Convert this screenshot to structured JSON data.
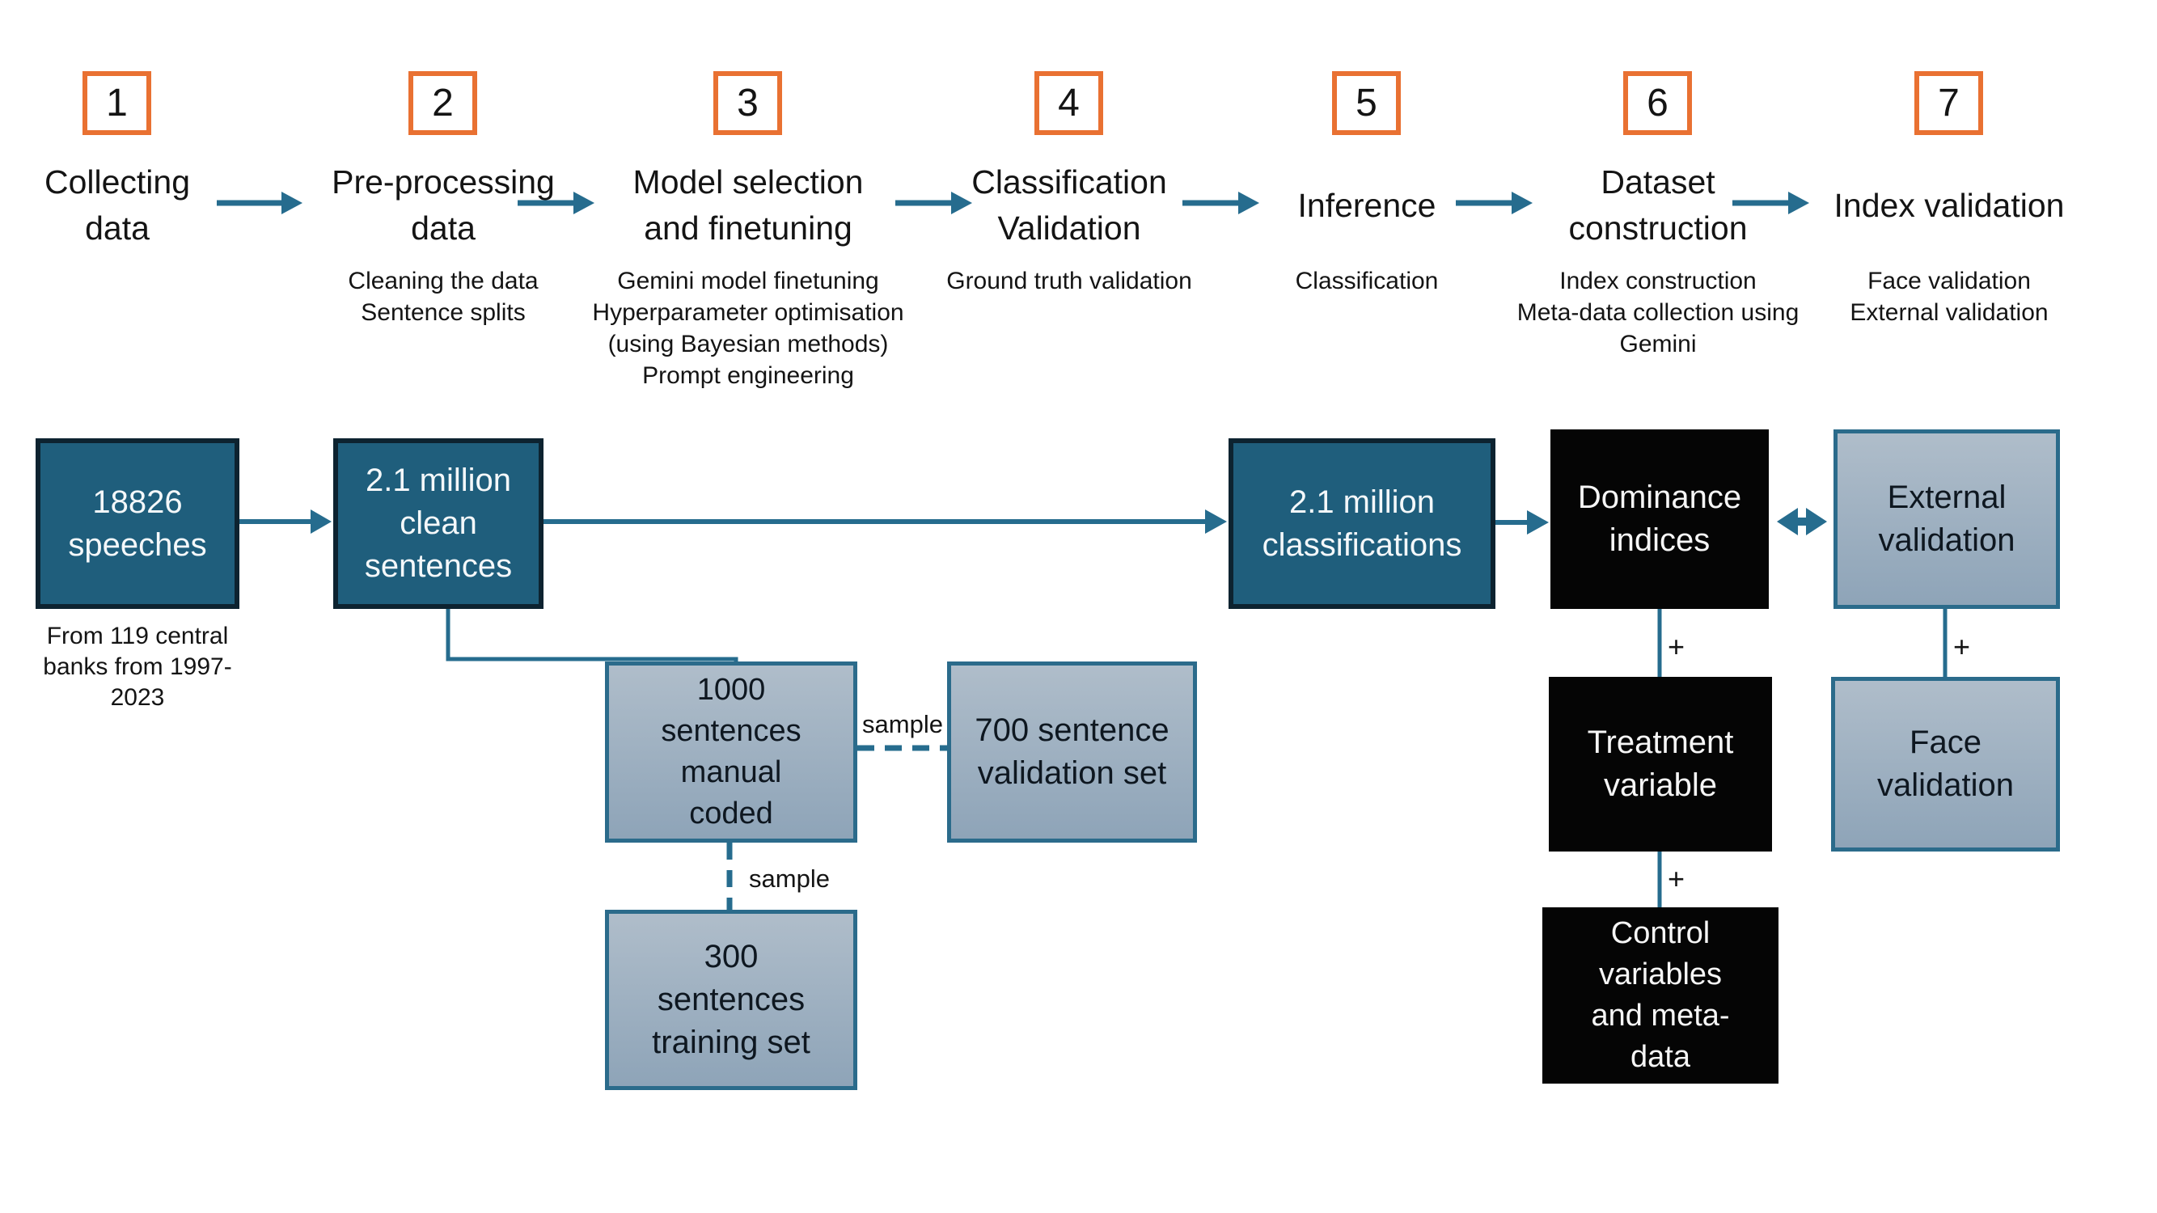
{
  "colors": {
    "orange": "#E97132",
    "teal-fill": "#1F5E7C",
    "teal-border": "#0D2330",
    "line": "#266C8E",
    "black-fill": "#050505",
    "gray-top": "#AFBDCA",
    "gray-bottom": "#8EA4B8",
    "gray-border": "#2B6B8B",
    "gray-text": "#0E1720"
  },
  "steps": [
    {
      "number": "1",
      "label_lines": [
        "Collecting",
        "data"
      ],
      "sub": []
    },
    {
      "number": "2",
      "label_lines": [
        "Pre-processing",
        "data"
      ],
      "sub": [
        "Cleaning the data",
        "Sentence splits"
      ]
    },
    {
      "number": "3",
      "label_lines": [
        "Model selection",
        "and finetuning"
      ],
      "sub": [
        "Gemini model finetuning",
        "Hyperparameter optimisation",
        "(using Bayesian methods)",
        "Prompt engineering"
      ]
    },
    {
      "number": "4",
      "label_lines": [
        "Classification",
        "Validation"
      ],
      "sub": [
        "Ground truth validation"
      ]
    },
    {
      "number": "5",
      "label_lines": [
        "Inference"
      ],
      "sub": [
        "Classification"
      ]
    },
    {
      "number": "6",
      "label_lines": [
        "Dataset",
        "construction"
      ],
      "sub": [
        "Index construction",
        "Meta-data collection using",
        "Gemini"
      ]
    },
    {
      "number": "7",
      "label_lines": [
        "Index validation"
      ],
      "sub": [
        "Face validation",
        "External validation"
      ]
    }
  ],
  "nodes": {
    "speeches": {
      "lines": [
        "18826",
        "speeches"
      ],
      "caption": [
        "From 119 central",
        "banks from 1997-",
        "2023"
      ]
    },
    "clean": {
      "lines": [
        "2.1 million",
        "clean",
        "sentences"
      ]
    },
    "classifications": {
      "lines": [
        "2.1 million",
        "classifications"
      ]
    },
    "dominance": {
      "lines": [
        "Dominance",
        "indices"
      ]
    },
    "external": {
      "lines": [
        "External",
        "validation"
      ]
    },
    "manual_coded": {
      "lines": [
        "1000",
        "sentences",
        "manual",
        "coded"
      ]
    },
    "validation_set": {
      "lines": [
        "700 sentence",
        "validation set"
      ]
    },
    "training_set": {
      "lines": [
        "300",
        "sentences",
        "training set"
      ]
    },
    "treatment": {
      "lines": [
        "Treatment",
        "variable"
      ]
    },
    "control": {
      "lines": [
        "Control",
        "variables",
        "and meta-",
        "data"
      ]
    },
    "face": {
      "lines": [
        "Face",
        "validation"
      ]
    }
  },
  "connectors": {
    "sample_top": "sample",
    "sample_bottom": "sample",
    "plus": "+"
  }
}
